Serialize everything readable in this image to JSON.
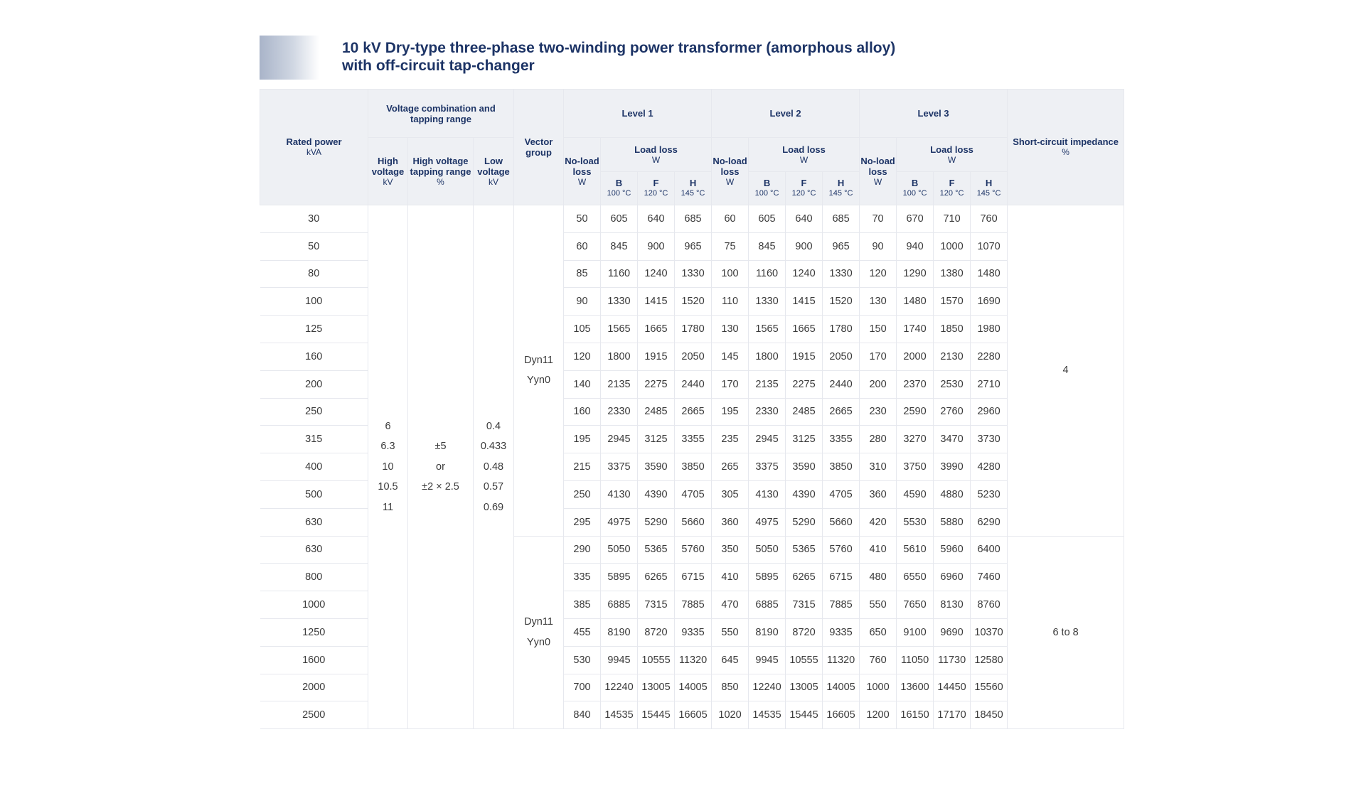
{
  "title": {
    "line1": "10 kV Dry-type three-phase two-winding power transformer (amorphous alloy)",
    "line2": "with off-circuit tap-changer"
  },
  "headers": {
    "rated_power": "Rated power",
    "rated_power_unit": "kVA",
    "voltage_combination": "Voltage combination and tapping range",
    "high_voltage": "High voltage",
    "high_voltage_unit": "kV",
    "hv_tapping": "High voltage tapping range",
    "hv_tapping_unit": "%",
    "low_voltage": "Low voltage",
    "low_voltage_unit": "kV",
    "vector_group": "Vector group",
    "levels": [
      "Level 1",
      "Level 2",
      "Level 3"
    ],
    "no_load_loss": "No-load loss",
    "no_load_loss_unit": "W",
    "load_loss": "Load loss",
    "load_loss_unit": "W",
    "classes": [
      {
        "letter": "B",
        "temp": "100 °C"
      },
      {
        "letter": "F",
        "temp": "120 °C"
      },
      {
        "letter": "H",
        "temp": "145 °C"
      }
    ],
    "impedance": "Short-circuit impedance",
    "impedance_unit": "%"
  },
  "common": {
    "high_voltage_values": [
      "6",
      "6.3",
      "10",
      "10.5",
      "11"
    ],
    "tapping_values": [
      "±5",
      "or",
      "±2 × 2.5"
    ],
    "low_voltage_values": [
      "0.4",
      "0.433",
      "0.48",
      "0.57",
      "0.69"
    ]
  },
  "groups": [
    {
      "vector": [
        "Dyn11",
        "Yyn0"
      ],
      "impedance": "4"
    },
    {
      "vector": [
        "Dyn11",
        "Yyn0"
      ],
      "impedance": "6 to 8"
    }
  ],
  "rows": [
    [
      "30",
      "50",
      "605",
      "640",
      "685",
      "60",
      "605",
      "640",
      "685",
      "70",
      "670",
      "710",
      "760"
    ],
    [
      "50",
      "60",
      "845",
      "900",
      "965",
      "75",
      "845",
      "900",
      "965",
      "90",
      "940",
      "1000",
      "1070"
    ],
    [
      "80",
      "85",
      "1160",
      "1240",
      "1330",
      "100",
      "1160",
      "1240",
      "1330",
      "120",
      "1290",
      "1380",
      "1480"
    ],
    [
      "100",
      "90",
      "1330",
      "1415",
      "1520",
      "110",
      "1330",
      "1415",
      "1520",
      "130",
      "1480",
      "1570",
      "1690"
    ],
    [
      "125",
      "105",
      "1565",
      "1665",
      "1780",
      "130",
      "1565",
      "1665",
      "1780",
      "150",
      "1740",
      "1850",
      "1980"
    ],
    [
      "160",
      "120",
      "1800",
      "1915",
      "2050",
      "145",
      "1800",
      "1915",
      "2050",
      "170",
      "2000",
      "2130",
      "2280"
    ],
    [
      "200",
      "140",
      "2135",
      "2275",
      "2440",
      "170",
      "2135",
      "2275",
      "2440",
      "200",
      "2370",
      "2530",
      "2710"
    ],
    [
      "250",
      "160",
      "2330",
      "2485",
      "2665",
      "195",
      "2330",
      "2485",
      "2665",
      "230",
      "2590",
      "2760",
      "2960"
    ],
    [
      "315",
      "195",
      "2945",
      "3125",
      "3355",
      "235",
      "2945",
      "3125",
      "3355",
      "280",
      "3270",
      "3470",
      "3730"
    ],
    [
      "400",
      "215",
      "3375",
      "3590",
      "3850",
      "265",
      "3375",
      "3590",
      "3850",
      "310",
      "3750",
      "3990",
      "4280"
    ],
    [
      "500",
      "250",
      "4130",
      "4390",
      "4705",
      "305",
      "4130",
      "4390",
      "4705",
      "360",
      "4590",
      "4880",
      "5230"
    ],
    [
      "630",
      "295",
      "4975",
      "5290",
      "5660",
      "360",
      "4975",
      "5290",
      "5660",
      "420",
      "5530",
      "5880",
      "6290"
    ],
    [
      "630",
      "290",
      "5050",
      "5365",
      "5760",
      "350",
      "5050",
      "5365",
      "5760",
      "410",
      "5610",
      "5960",
      "6400"
    ],
    [
      "800",
      "335",
      "5895",
      "6265",
      "6715",
      "410",
      "5895",
      "6265",
      "6715",
      "480",
      "6550",
      "6960",
      "7460"
    ],
    [
      "1000",
      "385",
      "6885",
      "7315",
      "7885",
      "470",
      "6885",
      "7315",
      "7885",
      "550",
      "7650",
      "8130",
      "8760"
    ],
    [
      "1250",
      "455",
      "8190",
      "8720",
      "9335",
      "550",
      "8190",
      "8720",
      "9335",
      "650",
      "9100",
      "9690",
      "10370"
    ],
    [
      "1600",
      "530",
      "9945",
      "10555",
      "11320",
      "645",
      "9945",
      "10555",
      "11320",
      "760",
      "11050",
      "11730",
      "12580"
    ],
    [
      "2000",
      "700",
      "12240",
      "13005",
      "14005",
      "850",
      "12240",
      "13005",
      "14005",
      "1000",
      "13600",
      "14450",
      "15560"
    ],
    [
      "2500",
      "840",
      "14535",
      "15445",
      "16605",
      "1020",
      "14535",
      "15445",
      "16605",
      "1200",
      "16150",
      "17170",
      "18450"
    ]
  ]
}
